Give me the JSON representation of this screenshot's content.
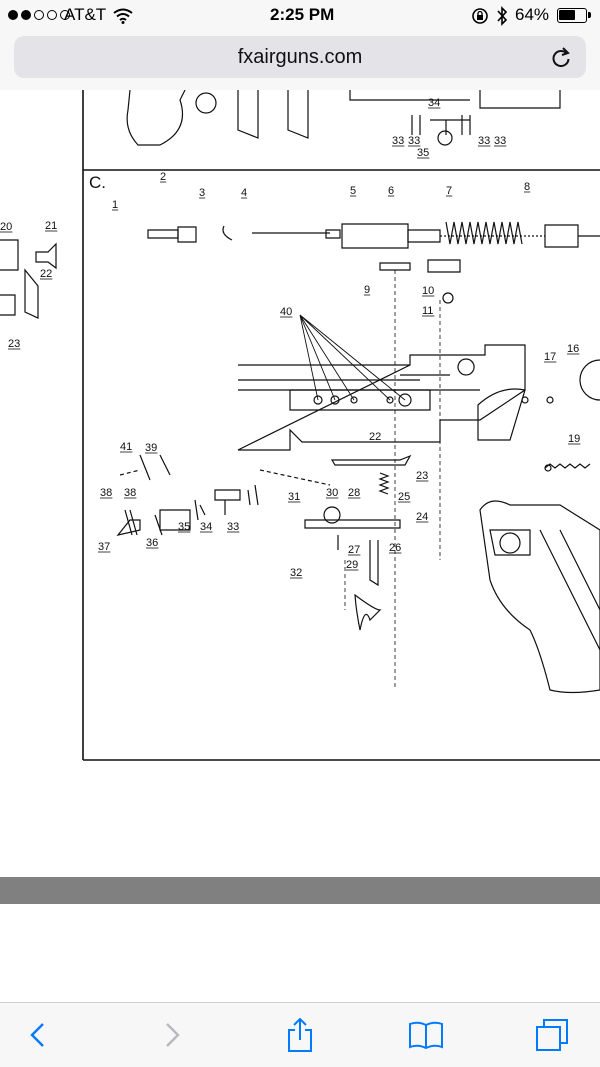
{
  "status_bar": {
    "carrier": "AT&T",
    "time": "2:25 PM",
    "battery": "64%"
  },
  "browser": {
    "url": "fxairguns.com"
  },
  "diagram": {
    "section_label": "C.",
    "labels_top": [
      "34",
      "33",
      "33",
      "33",
      "33",
      "35"
    ],
    "labels_main": [
      "1",
      "2",
      "3",
      "4",
      "5",
      "6",
      "7",
      "8",
      "9",
      "10",
      "11",
      "40",
      "17",
      "16",
      "19",
      "22",
      "23",
      "24",
      "25",
      "26",
      "27",
      "28",
      "29",
      "30",
      "31",
      "32",
      "33",
      "34",
      "35",
      "36",
      "37",
      "38",
      "38",
      "39",
      "41"
    ],
    "labels_left": [
      "20",
      "21",
      "22",
      "23"
    ]
  },
  "colors": {
    "chrome": "#f7f7f7",
    "accent": "#007aff",
    "separator": "#808080"
  }
}
